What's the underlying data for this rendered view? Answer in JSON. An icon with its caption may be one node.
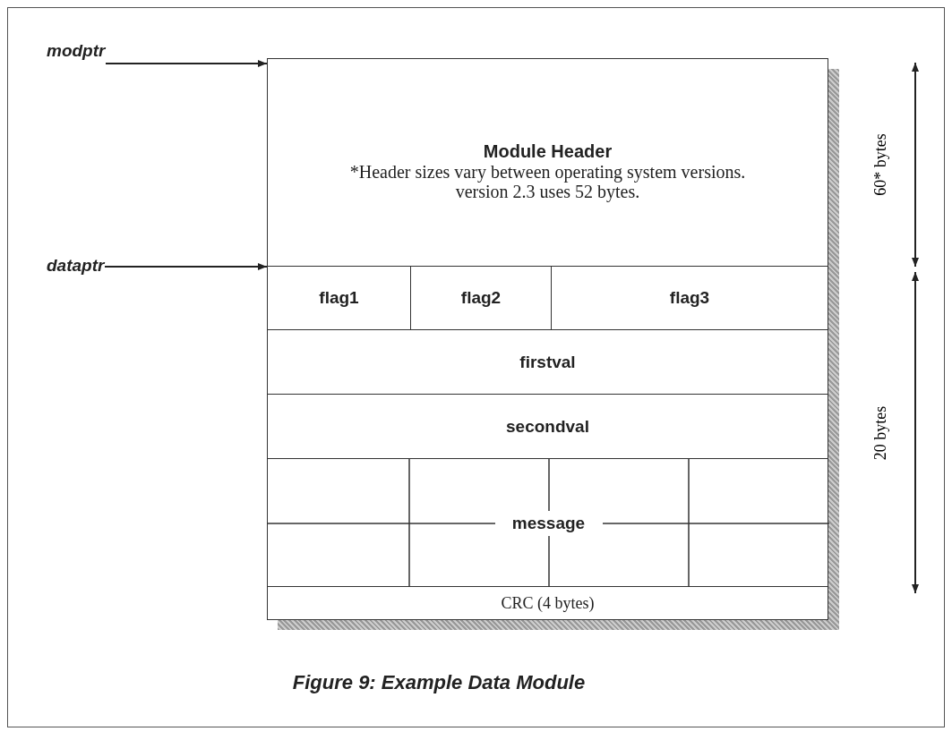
{
  "diagram": {
    "caption": "Figure 9: Example Data Module",
    "nodes": [
      {
        "text": [
          "modptr"
        ]
      },
      {
        "text": [
          "dataptr"
        ]
      },
      {
        "text": [
          "Module Header",
          "*Header sizes vary between operating system versions. version 2.3 uses 52 bytes."
        ]
      },
      {
        "text": [
          "flag1"
        ]
      },
      {
        "text": [
          "flag2"
        ]
      },
      {
        "text": [
          "flag3"
        ]
      },
      {
        "text": [
          "firstval"
        ]
      },
      {
        "text": [
          "secondval"
        ]
      },
      {
        "text": [
          "message"
        ]
      },
      {
        "text": [
          "CRC (4 bytes)"
        ]
      }
    ],
    "edges": [
      {
        "from": 0,
        "to": 2,
        "arrow": "to"
      },
      {
        "from": 1,
        "to": 3,
        "arrow": "to"
      }
    ],
    "labels": [
      "60* bytes",
      "20 bytes"
    ]
  }
}
